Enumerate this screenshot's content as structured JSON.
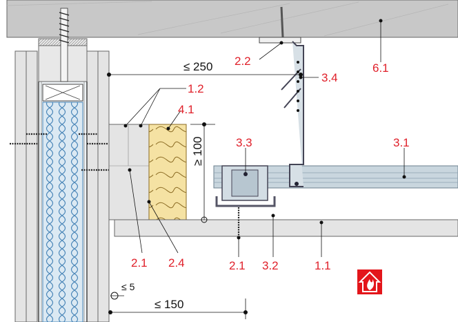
{
  "callouts": {
    "c_6_1": "6.1",
    "c_2_2": "2.2",
    "c_3_4": "3.4",
    "c_1_2": "1.2",
    "c_4_1": "4.1",
    "c_3_3": "3.3",
    "c_3_1": "3.1",
    "c_2_1_left": "2.1",
    "c_2_4": "2.4",
    "c_2_1_mid": "2.1",
    "c_3_2": "3.2",
    "c_1_1": "1.1"
  },
  "dimensions": {
    "top_gap": "≤ 250",
    "insulation_height": "≥ 100",
    "joint_gap": "≤ 5",
    "bottom_offset": "≤ 150"
  },
  "icons": {
    "fire_protection": "fire-protection-icon",
    "fire_protection_color": "#e3161b"
  },
  "colors": {
    "callout": "#e0202a",
    "slab": "#c9c9c9",
    "board": "#e4e4e4",
    "insulation_blue": "#dbe9f3",
    "mineral_wool": "#f5e2a3",
    "steel": "#bcc9d2"
  }
}
